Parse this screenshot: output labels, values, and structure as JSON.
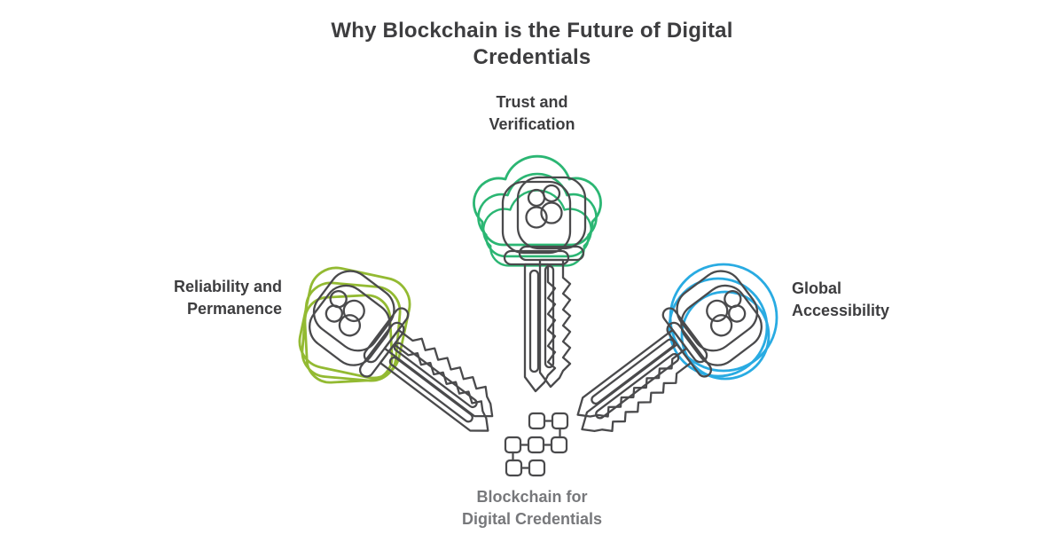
{
  "title": {
    "lines": [
      "Why Blockchain is the Future of Digital",
      "Credentials"
    ]
  },
  "center": {
    "id": "blockchain-for-digital-credentials",
    "lines": [
      "Blockchain for",
      "Digital Credentials"
    ],
    "icon": "blockchain-blocks-icon"
  },
  "branches": [
    {
      "id": "trust-and-verification",
      "lines": [
        "Trust and",
        "Verification"
      ],
      "icon": "key-icon",
      "highlight_shape": "cloud",
      "color": "#2bb673",
      "position": "top"
    },
    {
      "id": "reliability-and-permanence",
      "lines": [
        "Reliability and",
        "Permanence"
      ],
      "icon": "key-icon",
      "highlight_shape": "rounded-square",
      "color": "#93ba32",
      "position": "left"
    },
    {
      "id": "global-accessibility",
      "lines": [
        "Global",
        "Accessibility"
      ],
      "icon": "key-icon",
      "highlight_shape": "circle",
      "color": "#29abe2",
      "position": "right"
    }
  ],
  "colors": {
    "green": "#2bb673",
    "olive": "#93ba32",
    "blue": "#29abe2",
    "ink": "#3d3d3f",
    "line": "#4a4a4c",
    "muted": "#77787b",
    "background": "#ffffff"
  }
}
